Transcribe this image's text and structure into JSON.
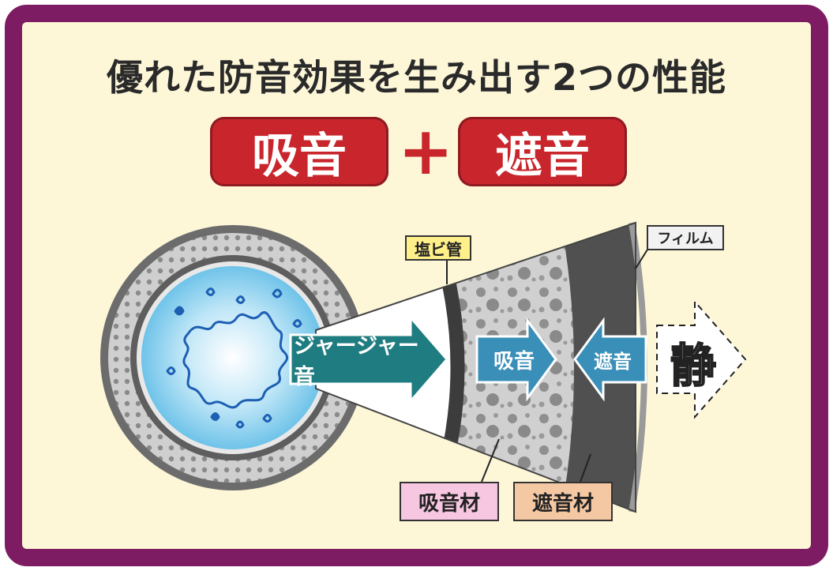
{
  "title": "優れた防音効果を生み出す2つの性能",
  "performance": {
    "absorption": "吸音",
    "plus": "+",
    "insulation": "遮音"
  },
  "diagram": {
    "labels": {
      "pvc_pipe": "塩ビ管",
      "film": "フィルム",
      "absorbing_material": "吸音材",
      "insulating_material": "遮音材"
    },
    "arrows": {
      "noise": "ジャージャー音",
      "absorption": "吸音",
      "insulation": "遮音",
      "quiet": "静"
    }
  },
  "colors": {
    "frame": "#7e1c63",
    "background": "#fdf7d8",
    "accent_red": "#c8262c",
    "arrow_teal": "#1f7c80",
    "arrow_blue": "#3a8fb8"
  },
  "icons": [
    "water-splash-icon"
  ]
}
